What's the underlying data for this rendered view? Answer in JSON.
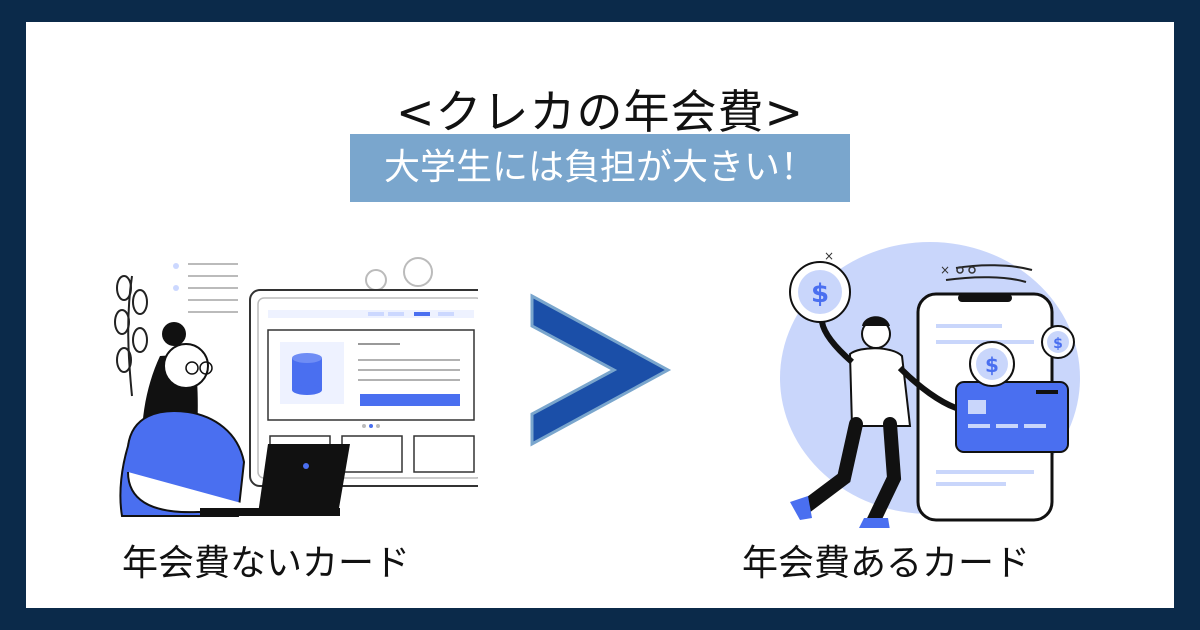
{
  "title": "<クレカの年会費>",
  "banner": "大学生には負担が大きい！",
  "comparison_symbol": ">",
  "left": {
    "label": "年会費ないカード"
  },
  "right": {
    "label": "年会費あるカード"
  },
  "colors": {
    "background": "#0b2a4a",
    "panel": "#ffffff",
    "banner": "#7aa6cd",
    "accent": "#4a6ff0",
    "arrow": "#1b4fa8",
    "illustration_light": "#c9d6fb"
  }
}
